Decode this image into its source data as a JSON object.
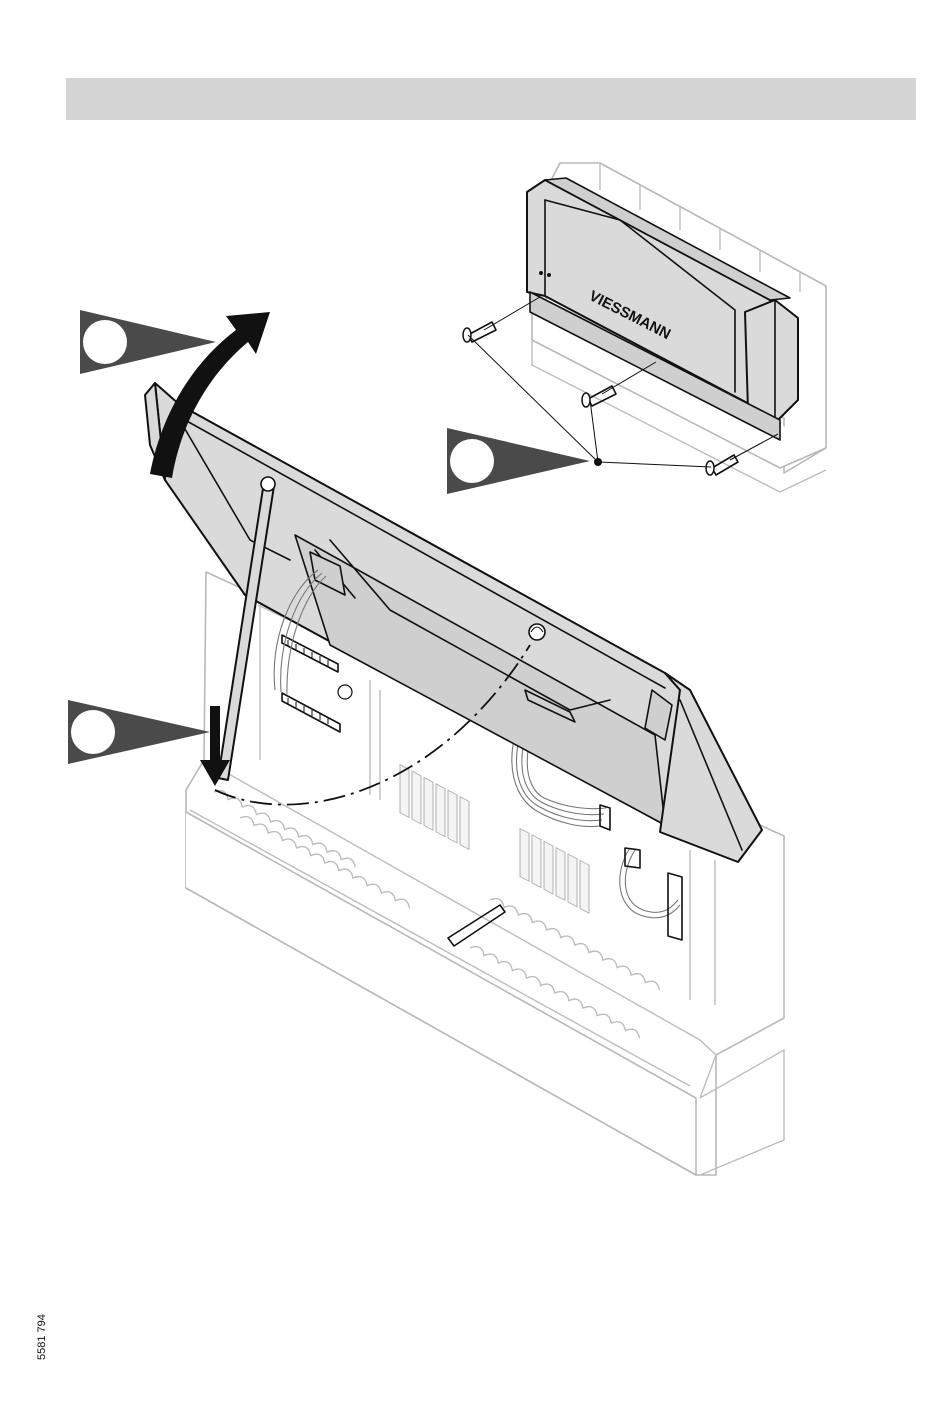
{
  "header": {
    "band_color": "#d4d4d4"
  },
  "illustration": {
    "brand_logo_text": "VIESSMANN",
    "callouts": [
      {
        "name": "callout-1",
        "shape": "gray-triangle-pointer"
      },
      {
        "name": "callout-2",
        "shape": "gray-triangle-pointer"
      },
      {
        "name": "callout-3",
        "shape": "gray-triangle-pointer"
      }
    ],
    "colors": {
      "line": "#111111",
      "panel": "#dadada",
      "faded_housing": "#b8b8b8",
      "pointer": "#4a4a4a"
    }
  },
  "footer": {
    "doc_number": "5581 794"
  }
}
